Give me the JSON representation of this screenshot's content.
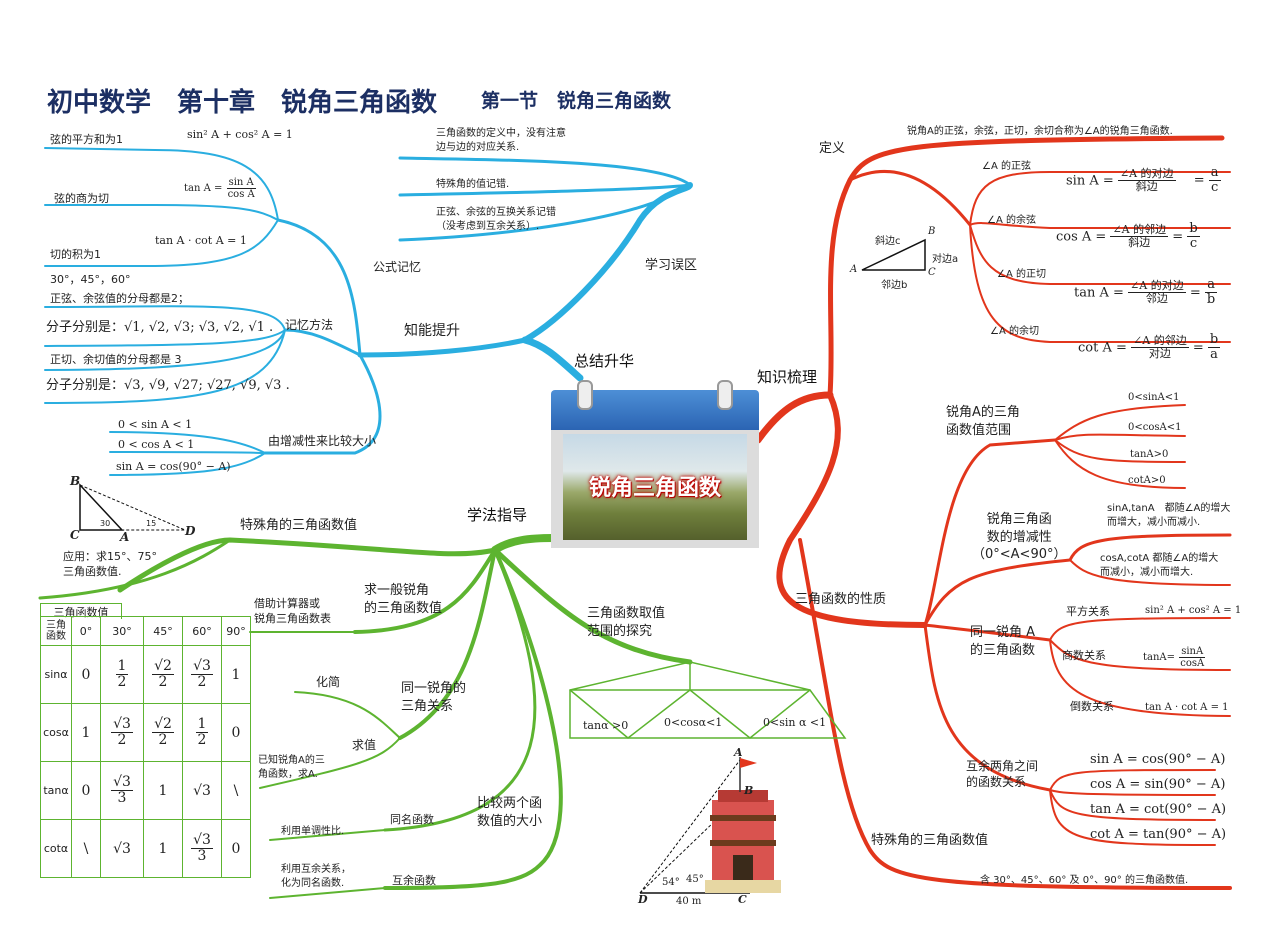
{
  "title": {
    "main": "初中数学　第十章　锐角三角函数",
    "section": "第一节　锐角三角函数"
  },
  "center": {
    "caption": "锐角三角函数",
    "branch_top": "总结升华",
    "branch_right": "知识梳理",
    "branch_bottom": "学法指导"
  },
  "top_left": {
    "group_formula": "公式记忆",
    "group_method": "记忆方法",
    "group_monotone": "由增减性来比较大小",
    "group_parent": "知能提升",
    "f1_label": "弦的平方和为1",
    "f1_formula": "sin² A + cos² A = 1",
    "f2_label": "弦的商为切",
    "f2_formula_lhs": "tan A =",
    "f2_num": "sin A",
    "f2_den": "cos A",
    "f3_label": "切的积为1",
    "f3_formula": "tan A · cot A = 1",
    "angles": "30°，45°，60°",
    "m1": "正弦、余弦值的分母都是2；",
    "m2": "分子分别是：√1, √2, √3; √3, √2, √1 .",
    "m3": "正切、余切值的分母都是 3",
    "m4": "分子分别是：√3, √9, √27; √27, √9, √3 .",
    "mono1": "0 < sin A < 1",
    "mono2": "0 < cos A < 1",
    "mono3": "sin A = cos(90° − A)"
  },
  "mistakes": {
    "label": "学习误区",
    "item1": "三角函数的定义中，没有注意\n边与边的对应关系.",
    "item2": "特殊角的值记错.",
    "item3": "正弦、余弦的互换关系记错\n（没考虑到互余关系）."
  },
  "definition": {
    "label": "定义",
    "summary": "锐角A的正弦，余弦，正切，余切合称为∠A的锐角三角函数.",
    "sin_name": "∠A 的正弦",
    "cos_name": "∠A 的余弦",
    "tan_name": "∠A 的正切",
    "cot_name": "∠A 的余切",
    "sin_lhs": "sin A =",
    "sin_num": "∠A 的对边",
    "sin_den": "斜边",
    "sin_rnum": "a",
    "sin_rden": "c",
    "cos_lhs": "cos A =",
    "cos_num": "∠A 的邻边",
    "cos_den": "斜边",
    "cos_rnum": "b",
    "cos_rden": "c",
    "tan_lhs": "tan A =",
    "tan_num": "∠A 的对边",
    "tan_den": "邻边",
    "tan_rnum": "a",
    "tan_rden": "b",
    "cot_lhs": "cot A =",
    "cot_num": "∠A 的邻边",
    "cot_den": "对边",
    "cot_rnum": "b",
    "cot_rden": "a",
    "tri_hyp": "斜边c",
    "tri_opp": "对边a",
    "tri_adj": "邻边b",
    "tri_A": "A",
    "tri_B": "B",
    "tri_C": "C"
  },
  "properties": {
    "label": "三角函数的性质",
    "range_label": "锐角A的三角\n函数值范围",
    "range1": "0<sinA<1",
    "range2": "0<cosA<1",
    "range3": "tanA>0",
    "range4": "cotA>0",
    "mono_label": "锐角三角函\n数的增减性\n（0°<A<90°）",
    "mono1": "sinA,tanA　都随∠A的增大\n而增大，减小而减小.",
    "mono2": "cosA,cotA 都随∠A的增大\n而减小，减小而增大.",
    "same_label": "同一锐角 A\n的三角函数",
    "square": "平方关系",
    "square_f": "sin² A + cos² A = 1",
    "quotient": "商数关系",
    "quotient_lhs": "tanA=",
    "quotient_num": "sinA",
    "quotient_den": "cosA",
    "reciprocal": "倒数关系",
    "reciprocal_f": "tan A · cot A = 1",
    "comp_label": "互余两角之间\n的函数关系",
    "comp1": "sin A = cos(90° − A)",
    "comp2": "cos A = sin(90° − A)",
    "comp3": "tan A = cot(90° − A)",
    "comp4": "cot A = tan(90° − A)",
    "special_label": "特殊角的三角函数值",
    "special_text": "含 30°、45°、60° 及 0°、90° 的三角函数值."
  },
  "guide": {
    "special": "特殊角的三角函数值",
    "apply": "应用：求15°、75°\n三角函数值.",
    "tri_B": "B",
    "tri_C": "C",
    "tri_A": "A",
    "tri_D": "D",
    "tri_30": "30",
    "tri_15": "15",
    "general": "求一般锐角\n的三角函数值",
    "calc": "借助计算器或\n锐角三角函数表",
    "same": "同一锐角的\n三角关系",
    "simplify": "化简",
    "evaluate": "求值",
    "known": "已知锐角A的三\n角函数，求A.",
    "compare": "比较两个函\n数值的大小",
    "same_func": "同名函数",
    "mono_use": "利用单调性比.",
    "co_func": "互余函数",
    "co_use": "利用互余关系，\n化为同名函数.",
    "explore": "三角函数取值\n范围的探究",
    "ex1": "tanα >0",
    "ex2": "0<cosα<1",
    "ex3": "0<sin α <1"
  },
  "table": {
    "title": "三角函数值",
    "header": [
      "三角\n函数",
      "0°",
      "30°",
      "45°",
      "60°",
      "90°"
    ],
    "rows": [
      {
        "name": "sinα",
        "v0": "0",
        "v30n": "1",
        "v30d": "2",
        "v45n": "√2",
        "v45d": "2",
        "v60n": "√3",
        "v60d": "2",
        "v90": "1"
      },
      {
        "name": "cosα",
        "v0": "1",
        "v30n": "√3",
        "v30d": "2",
        "v45n": "√2",
        "v45d": "2",
        "v60n": "1",
        "v60d": "2",
        "v90": "0"
      },
      {
        "name": "tanα",
        "v0": "0",
        "v30n": "√3",
        "v30d": "3",
        "v45": "1",
        "v60": "√3",
        "v90": "\\"
      },
      {
        "name": "cotα",
        "v0": "\\",
        "v30": "√3",
        "v45": "1",
        "v60n": "√3",
        "v60d": "3",
        "v90": "0"
      }
    ]
  },
  "tower": {
    "A": "A",
    "B": "B",
    "C": "C",
    "D": "D",
    "a54": "54°",
    "a45": "45°",
    "dist": "40 m"
  },
  "colors": {
    "blue": "#2aaee0",
    "red": "#e2361c",
    "green": "#5db430",
    "title": "#1c2f63"
  }
}
